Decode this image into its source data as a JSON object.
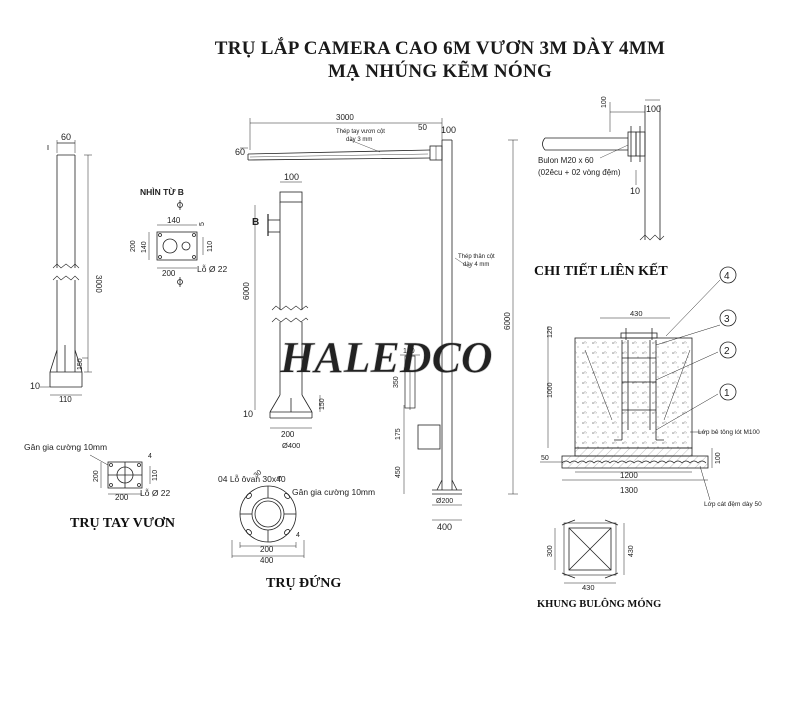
{
  "title": {
    "line1": "TRỤ LẮP CAMERA CAO 6M VƯƠN 3M DÀY 4MM",
    "line2": "MẠ NHÚNG KẼM NÓNG"
  },
  "sections": {
    "arm_pole": "TRỤ TAY VƯƠN",
    "upright_pole": "TRỤ ĐỨNG",
    "connection_detail": "CHI TIẾT LIÊN KẾT",
    "foundation_frame": "KHUNG BULÔNG MÓNG"
  },
  "watermark": "HALEDCO",
  "notes": {
    "view_b": "NHÌN TỪ B",
    "view_b_letter": "B",
    "stiffener_left": "Gân gia cường 10mm",
    "stiffener_right": "Gân gia cường 10mm",
    "hole_d22_a": "Lỗ Ø 22",
    "hole_d22_b": "Lỗ Ø 22",
    "hole_d22_c": "Lỗ Ø 22",
    "oval_holes": "04 Lỗ ôvan 30x40",
    "arm_steel_1": "Thép tay vươn cột",
    "arm_steel_2": "dày 3 mm",
    "body_steel_1": "Thép thân cột",
    "body_steel_2": "dày 4 mm",
    "bolt_1": "Bulon M20 x 60",
    "bolt_2": "(02êcu + 02 vòng đệm)",
    "lean_concrete": "Lớp bê tông lót M100",
    "sand_layer": "Lớp cát đệm dày 50"
  },
  "dims": {
    "d60": "60",
    "d3000": "3000",
    "d10": "10",
    "d150": "150",
    "d110": "110",
    "d140": "140",
    "d5": "5",
    "d200": "200",
    "d4": "4",
    "d100": "100",
    "d6000": "6000",
    "d400": "400",
    "d1400": "Ø400",
    "d30": "30",
    "d50": "50",
    "d120": "120",
    "d350": "350",
    "d175": "175",
    "d450": "450",
    "d1200": "Ø200",
    "d430": "430",
    "d1000": "1000",
    "d1300": "1300",
    "d1200b": "1200",
    "d300": "300",
    "d120b": "120"
  },
  "callouts": [
    "1",
    "2",
    "3",
    "4"
  ]
}
